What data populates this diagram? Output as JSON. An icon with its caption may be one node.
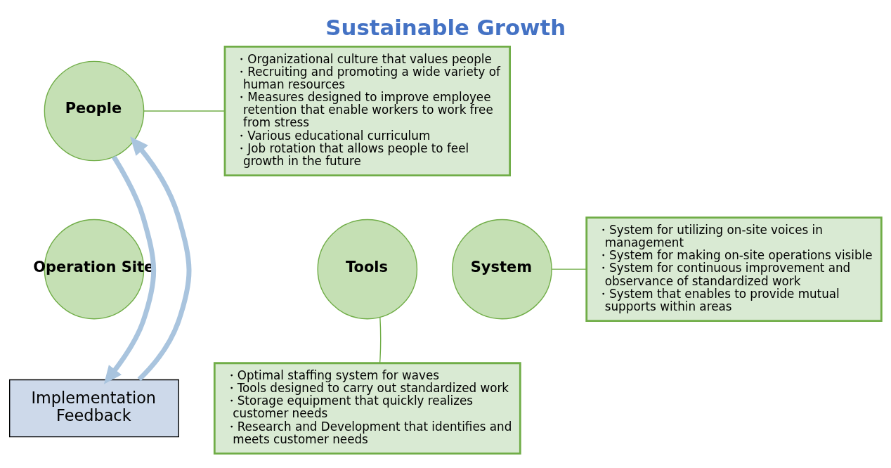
{
  "diagram": {
    "title": "Sustainable Growth",
    "nodes": [
      {
        "text": [
          "People"
        ]
      },
      {
        "text": [
          "Operation Site"
        ]
      },
      {
        "text": [
          "System"
        ]
      },
      {
        "text": [
          "Tools"
        ]
      },
      {
        "text": [
          "Implementation",
          "Feedback"
        ]
      },
      {
        "text": [
          "・Organizational culture that values people",
          "・Recruiting and promoting a wide variety of human resources",
          "・Measures designed to improve employee retention that enable workers to work free from stress",
          "・Various educational curriculum",
          "・Job rotation that allows people to feel growth in the future"
        ]
      },
      {
        "text": [
          "・System for utilizing on-site voices in management",
          "・System for making on-site operations visible",
          "・System for continuous improvement and observance of standardized work",
          "・System that enables to provide mutual supports within areas"
        ]
      },
      {
        "text": [
          "・Optimal staffing system for waves",
          "・Tools designed to carry out standardized work",
          "・Storage equipment that quickly realizes customer needs",
          "・Research and Development that identifies and meets customer needs"
        ]
      }
    ],
    "edges": [
      {
        "from": 5,
        "to": 0,
        "arrow": "none",
        "color": "#70ad47"
      },
      {
        "from": 6,
        "to": 2,
        "arrow": "none",
        "color": "#70ad47"
      },
      {
        "from": 7,
        "to": 3,
        "arrow": "none",
        "color": "#70ad47"
      },
      {
        "from": 0,
        "to": 4,
        "arrow": "to",
        "style": "thick",
        "color": "#a9c4de"
      },
      {
        "from": 4,
        "to": 0,
        "arrow": "to",
        "style": "thick",
        "color": "#a9c4de"
      }
    ]
  }
}
